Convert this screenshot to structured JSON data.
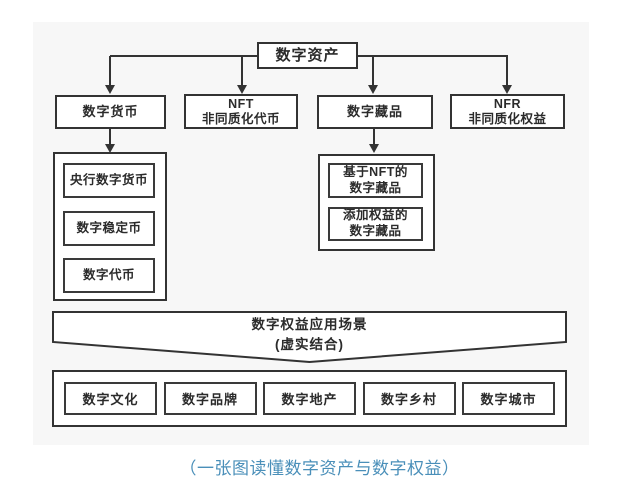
{
  "colors": {
    "panel_bg": "#f7f7f7",
    "page_bg": "#ffffff",
    "border": "#333333",
    "text": "#2b2b2b",
    "caption": "#4a8fb9"
  },
  "diagram": {
    "root_label": "数字资产",
    "branches": {
      "currency": {
        "label": "数字货币"
      },
      "nft": {
        "line1": "NFT",
        "line2": "非同质化代币"
      },
      "collection": {
        "label": "数字藏品"
      },
      "nfr": {
        "line1": "NFR",
        "line2": "非同质化权益"
      }
    },
    "currency_children": [
      "央行数字货币",
      "数字稳定币",
      "数字代币"
    ],
    "collection_children": [
      {
        "line1": "基于NFT的",
        "line2": "数字藏品"
      },
      {
        "line1": "添加权益的",
        "line2": "数字藏品"
      }
    ],
    "banner": {
      "line1": "数字权益应用场景",
      "line2": "(虚实结合)"
    },
    "scenes": [
      "数字文化",
      "数字品牌",
      "数字地产",
      "数字乡村",
      "数字城市"
    ],
    "caption": "（一张图读懂数字资产与数字权益）"
  }
}
